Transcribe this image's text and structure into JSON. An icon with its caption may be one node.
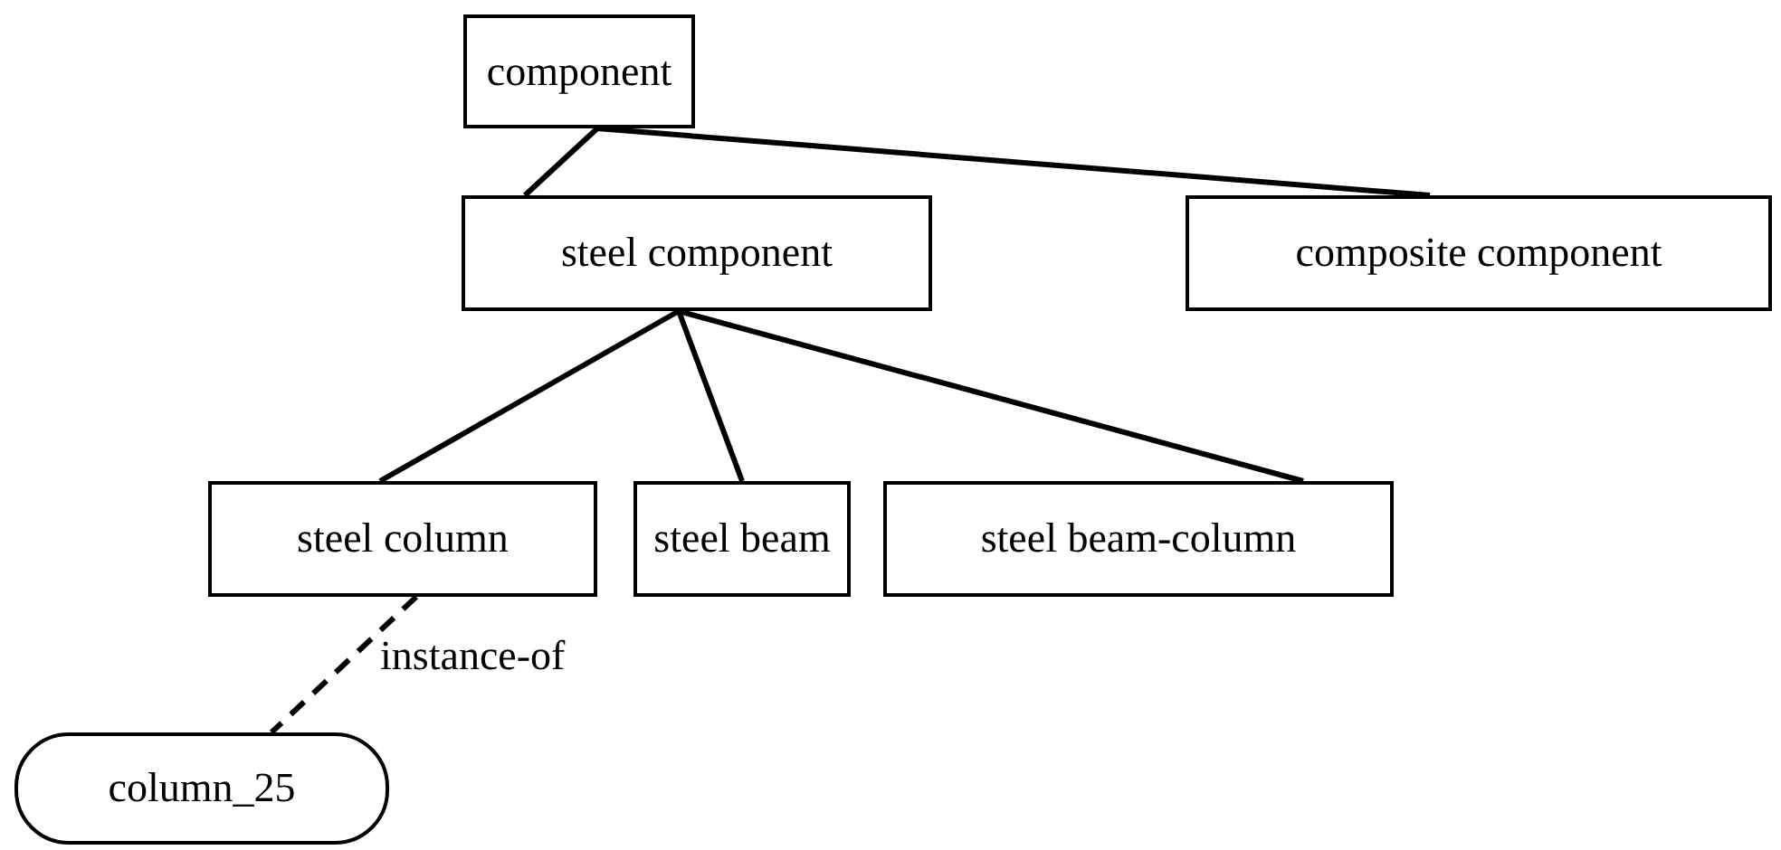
{
  "diagram": {
    "nodes": [
      {
        "text": [
          "component"
        ]
      },
      {
        "text": [
          "steel component"
        ]
      },
      {
        "text": [
          "composite component"
        ]
      },
      {
        "text": [
          "steel column"
        ]
      },
      {
        "text": [
          "steel beam"
        ]
      },
      {
        "text": [
          "steel beam-column"
        ]
      },
      {
        "text": [
          "column_25"
        ]
      }
    ],
    "edges": [
      {
        "from": 0,
        "to": 1,
        "arrow": "none"
      },
      {
        "from": 0,
        "to": 2,
        "arrow": "none"
      },
      {
        "from": 1,
        "to": 3,
        "arrow": "none"
      },
      {
        "from": 1,
        "to": 4,
        "arrow": "none"
      },
      {
        "from": 1,
        "to": 5,
        "arrow": "none"
      },
      {
        "from": 3,
        "to": 6,
        "arrow": "none",
        "label": "instance-of",
        "style": "dashed"
      }
    ]
  }
}
